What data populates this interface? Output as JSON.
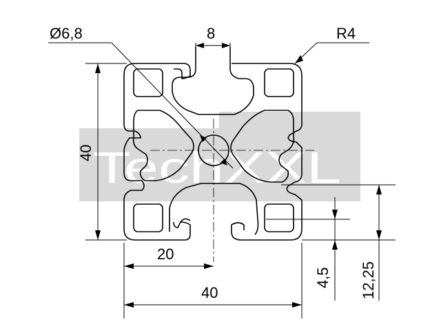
{
  "diagram": {
    "type": "aluminium profile technical drawing",
    "watermark": "TechXXL",
    "watermark_color": "#d9d9d9",
    "line_color": "#000000",
    "labels": {
      "diameter": "Ø6,8",
      "slot_width": "8",
      "radius": "R4",
      "height": "40",
      "half_width": "20",
      "width": "40",
      "offset_small": "4,5",
      "offset_large": "12,25"
    }
  }
}
